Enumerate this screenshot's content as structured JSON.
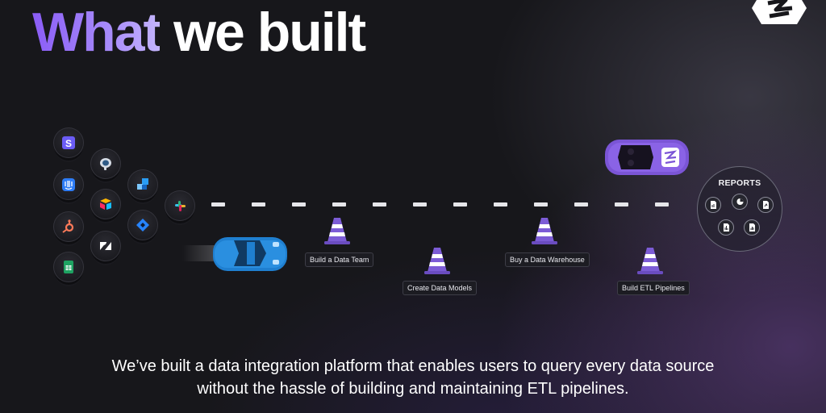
{
  "title": {
    "accent": "What",
    "rest": "we built"
  },
  "caption": "We’ve built a data integration platform that enables users to query every data source without the hassle of building and maintaining ETL pipelines.",
  "reports": {
    "title": "REPORTS"
  },
  "milestones": [
    {
      "label": "Build a Data Team"
    },
    {
      "label": "Create Data Models"
    },
    {
      "label": "Buy a Data Warehouse"
    },
    {
      "label": "Build ETL Pipelines"
    }
  ],
  "sources": [
    "stripe-icon",
    "postgresql-icon",
    "intercom-icon",
    "jira-confluence-icon",
    "airtable-icon",
    "slack-icon",
    "hubspot-icon",
    "jira-icon",
    "zendesk-icon",
    "google-sheets-icon"
  ],
  "colors": {
    "accent": "#8a5cf6",
    "cone": "#7c5cd6",
    "blue_car": "#1f7fd0",
    "purple_car": "#7b55d6",
    "background": "#17171b"
  }
}
